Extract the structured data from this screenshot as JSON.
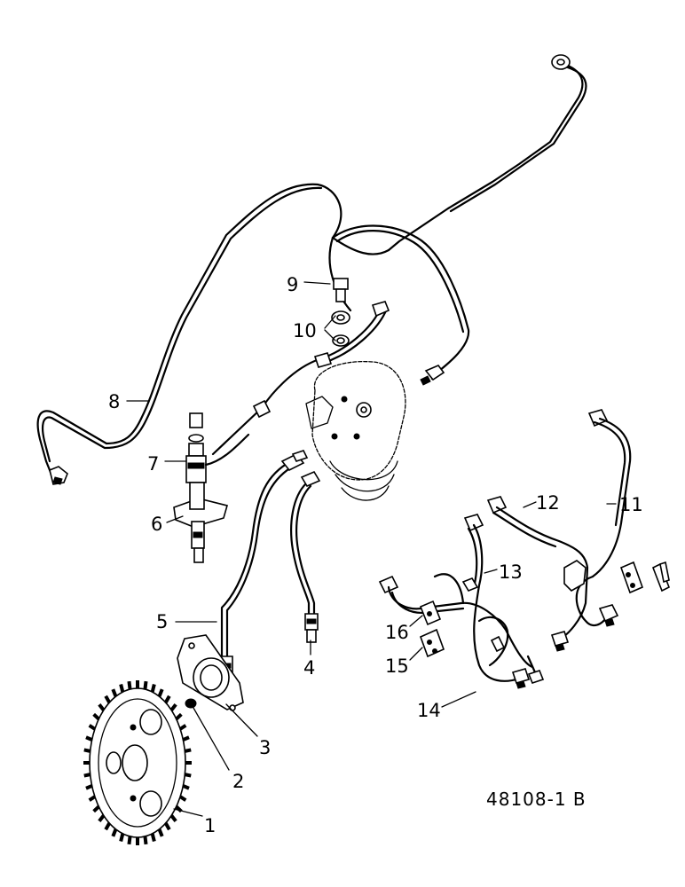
{
  "callouts": {
    "c1": "1",
    "c2": "2",
    "c3": "3",
    "c4": "4",
    "c5": "5",
    "c6": "6",
    "c7": "7",
    "c8": "8",
    "c9": "9",
    "c10": "10",
    "c11": "11",
    "c12": "12",
    "c13": "13",
    "c14": "14",
    "c15": "15",
    "c16": "16"
  },
  "reference": "48108-1 B"
}
